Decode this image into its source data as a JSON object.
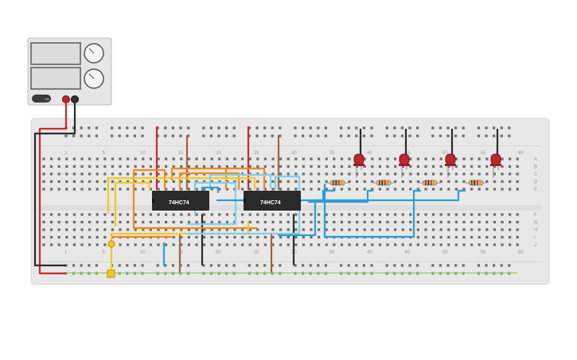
{
  "canvas": {
    "background": "#ffffff"
  },
  "power_supply": {
    "name": "DC power supply",
    "button_label": "ON",
    "body_color": "#e6e6e6",
    "display_color": "#dcdcdc",
    "terminals": [
      "+",
      "-"
    ]
  },
  "breadboard": {
    "body_color": "#e8e8e8",
    "column_numbers": [
      "1",
      "5",
      "10",
      "15",
      "20",
      "25",
      "30",
      "35",
      "40",
      "45",
      "50",
      "55",
      "60"
    ],
    "row_letters_top": [
      "A",
      "B",
      "C",
      "D",
      "E"
    ],
    "row_letters_bottom": [
      "F",
      "G",
      "H",
      "I",
      "J"
    ]
  },
  "chips": [
    {
      "label": "74HC74",
      "color": "#2a2a2a"
    },
    {
      "label": "74HC74",
      "color": "#2a2a2a"
    }
  ],
  "leds": {
    "count": 4,
    "color": "#c0262b"
  },
  "resistors": {
    "count": 4,
    "body_color": "#d9b98a"
  },
  "colors": {
    "red_wire": "#d0262b",
    "black_wire": "#2b2b2b",
    "orange_wire": "#f08a1c",
    "yellow_wire": "#f4c81e",
    "blue_wire": "#2a9fd6",
    "brown_wire": "#a0643a",
    "light_blue_wire": "#7fd0e8",
    "green_rail": "#8bc34a"
  }
}
